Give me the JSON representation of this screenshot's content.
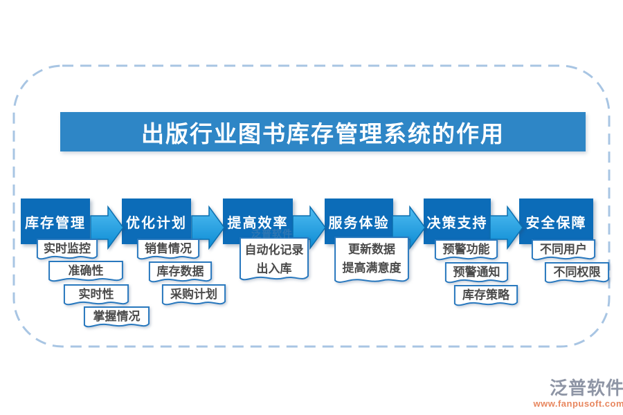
{
  "title": "出版行业图书库存管理系统的作用",
  "flow": {
    "steps": [
      {
        "title": "库存管理",
        "items": [
          "实时监控",
          "准确性",
          "实时性",
          "掌握情况"
        ]
      },
      {
        "title": "优化计划",
        "items": [
          "销售情况",
          "库存数据",
          "采购计划"
        ]
      },
      {
        "title": "提高效率",
        "items": [
          [
            "自动化记录",
            "出入库"
          ]
        ]
      },
      {
        "title": "服务体验",
        "items": [
          [
            "更新数据",
            "提高满意度"
          ]
        ]
      },
      {
        "title": "决策支持",
        "items": [
          "预警功能",
          "预警通知",
          "库存策略"
        ]
      },
      {
        "title": "安全保障",
        "items": [
          "不同用户",
          "不同权限"
        ]
      }
    ]
  },
  "watermark": "泛普软件",
  "branding": {
    "name": "泛普软件",
    "url": "www.fanpusoft.com"
  },
  "colors": {
    "banner_blue": "#2E86C6",
    "box_blue": "#0C6CB8",
    "arrow_blue_light": "#4FBBF0",
    "arrow_blue_dark": "#0C8BD4",
    "arrow_outline": "#0B6FB0",
    "tag_border_blue": "#2878BE",
    "tag_text_gray": "#4A4A4A",
    "dashed_border_blue": "#A8C5E3",
    "brand_gray": "#8E95A5",
    "brand_orange": "#E8875F"
  }
}
